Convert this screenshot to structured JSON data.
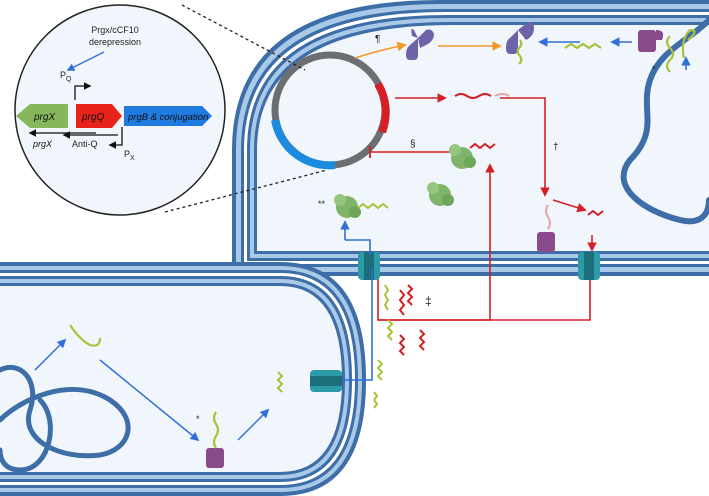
{
  "inset": {
    "derepression_line1": "Prgx/cCF10",
    "derepression_line2": "derepression",
    "promoter_q": "P",
    "promoter_q_sub": "Q",
    "promoter_x": "P",
    "promoter_x_sub": "X",
    "gene_prgx": "prgX",
    "gene_prgq": "prgQ",
    "gene_prgb": "prgB & conjugation",
    "transcript_prgx": "prgX",
    "transcript_antiq": "Anti-Q"
  },
  "symbols": {
    "pilcrow": "¶",
    "section": "§",
    "dagger": "†",
    "double_dagger": "‡",
    "star_top": "*",
    "star_double": "**",
    "star_bottom": "*"
  },
  "colors": {
    "membrane_dark": "#3d6ea8",
    "membrane_light": "#a9c9e8",
    "cytoplasm": "#f1f6fc",
    "peptide_green": "#a8c23a",
    "peptide_red": "#d7322e",
    "protein_purple": "#8a4a8c",
    "receptor_violet": "#6e62a8",
    "arrow_blue": "#2f6fd6",
    "arrow_red": "#d41f26",
    "arrow_orange": "#f39a2a",
    "ribosome_green": "#7fb46a"
  }
}
